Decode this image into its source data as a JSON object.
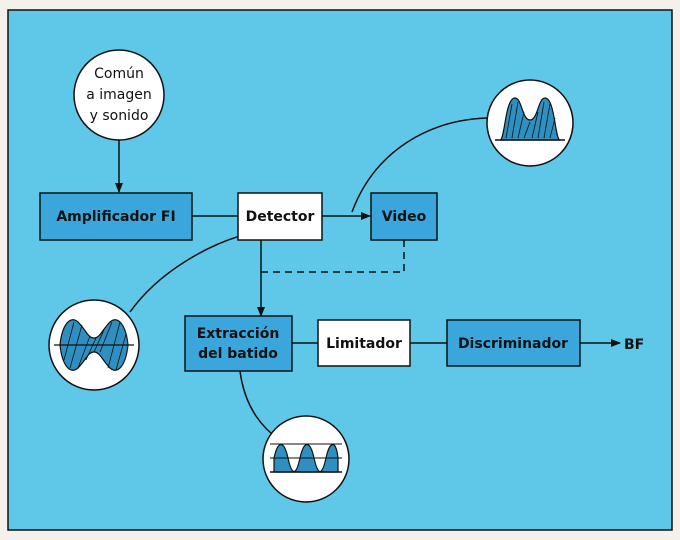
{
  "colors": {
    "panel": "#5fc8e8",
    "block": "#3aa6dc",
    "block_plain": "#ffffff",
    "stroke": "#111111",
    "wave_fill": "#2f8fc0"
  },
  "input_circle": {
    "lines": [
      "Común",
      "a imagen",
      "y sonido"
    ]
  },
  "blocks": {
    "amplificador": "Amplificador FI",
    "detector": "Detector",
    "video": "Video",
    "extraccion": [
      "Extracción",
      "del batido"
    ],
    "limitador": "Limitador",
    "discriminador": "Discriminador"
  },
  "output_label": "BF",
  "wave_icons": [
    "video-waveform-icon",
    "modulated-carrier-waveform-icon",
    "sine-beat-waveform-icon"
  ]
}
